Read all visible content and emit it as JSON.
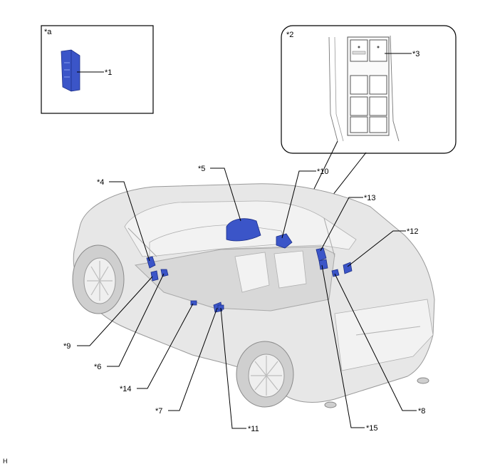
{
  "inset_a": {
    "tag": "*a"
  },
  "inset_switch": {
    "tag": "*2"
  },
  "callouts": {
    "c1": "*1",
    "c3": "*3",
    "c4": "*4",
    "c5": "*5",
    "c6": "*6",
    "c7": "*7",
    "c8": "*8",
    "c9": "*9",
    "c10": "*10",
    "c11": "*11",
    "c12": "*12",
    "c13": "*13",
    "c14": "*14",
    "c15": "*15"
  },
  "footer": {
    "code": "H"
  },
  "colors": {
    "component": "#3b55c8",
    "vehicle": "#e7e7e7",
    "line": "#000000"
  }
}
